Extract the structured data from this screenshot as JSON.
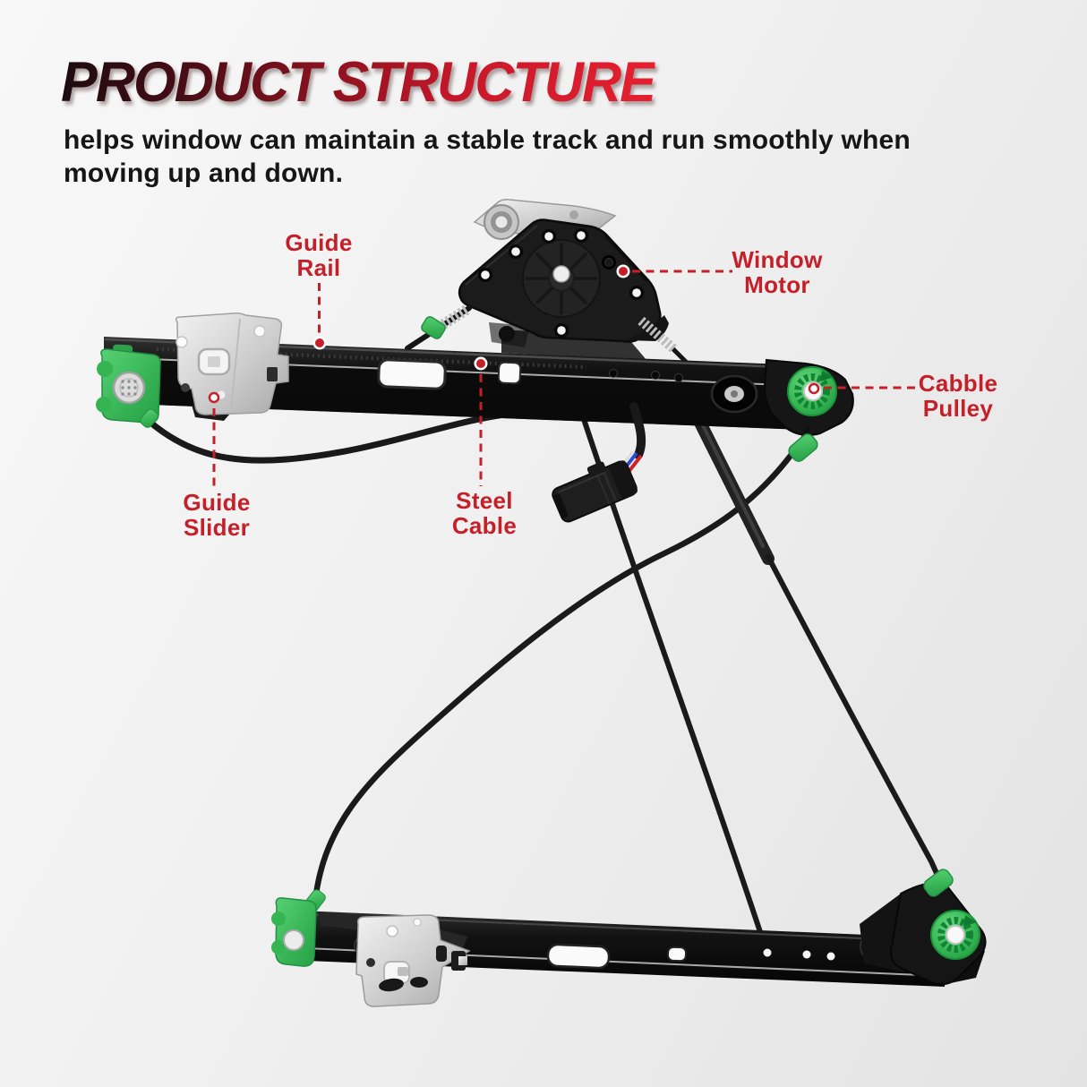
{
  "header": {
    "title": "PRODUCT STRUCTURE",
    "subtitle_line1": "helps window can maintain a stable track and run smoothly when",
    "subtitle_line2": "moving up and down."
  },
  "callouts": {
    "guide_rail": {
      "line1": "Guide",
      "line2": "Rail"
    },
    "window_motor": {
      "line1": "Window",
      "line2": "Motor"
    },
    "cabble_pulley": {
      "line1": "Cabble",
      "line2": "Pulley"
    },
    "guide_slider": {
      "line1": "Guide",
      "line2": "Slider"
    },
    "steel_cable": {
      "line1": "Steel",
      "line2": "Cable"
    }
  },
  "colors": {
    "accent_red": "#c5202a",
    "title_gradient_start": "#1c0b0f",
    "title_gradient_end": "#e52030",
    "part_green": "#3cbb58",
    "part_black": "#141414",
    "part_silver": "#cfcfcf",
    "background": "#efefef"
  }
}
